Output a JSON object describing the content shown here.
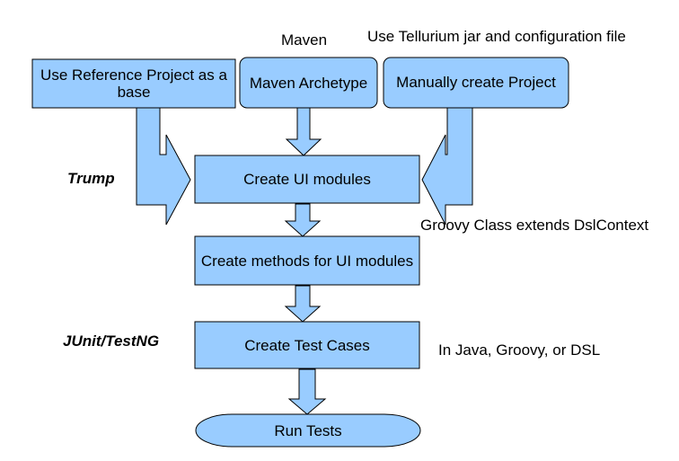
{
  "colors": {
    "box_fill": "#99ccff",
    "box_stroke": "#000000",
    "background": "#ffffff"
  },
  "top_labels": {
    "maven": "Maven",
    "tellurium": "Use Tellurium jar and configuration file"
  },
  "sources": {
    "reference": "Use Reference Project as a base",
    "archetype": "Maven Archetype",
    "manual": "Manually create Project"
  },
  "steps": {
    "ui_modules": "Create UI modules",
    "methods": "Create methods for UI modules",
    "test_cases": "Create Test Cases",
    "run_tests": "Run Tests"
  },
  "annotations": {
    "trump": "Trump",
    "groovy_class": "Groovy Class extends DslContext",
    "junit": "JUnit/TestNG",
    "languages": "In Java, Groovy, or DSL"
  }
}
